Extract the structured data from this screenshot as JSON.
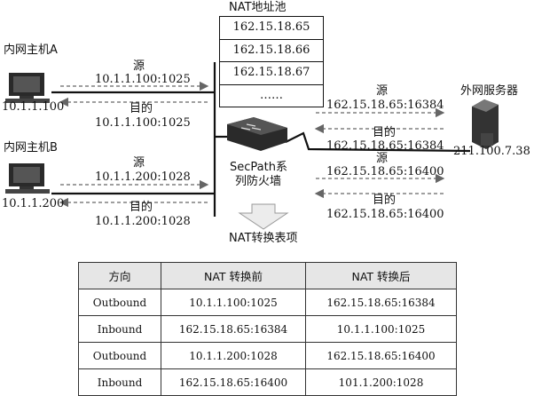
{
  "hosts": {
    "host_a": {
      "name": "内网主机A",
      "ip": "10.1.1.100"
    },
    "host_b": {
      "name": "内网主机B",
      "ip": "10.1.1.200"
    },
    "server": {
      "name": "外网服务器",
      "ip": "211.100.7.38"
    }
  },
  "pool": {
    "title": "NAT地址池",
    "entries": [
      "162.15.18.65",
      "162.15.18.66",
      "162.15.18.67",
      "……"
    ]
  },
  "firewall": {
    "line1": "SecPath系",
    "line2": "列防火墙"
  },
  "table_caption": "NAT转换表项",
  "flows": {
    "a_src_label": "源",
    "a_src_addr": "10.1.1.100:1025",
    "a_dst_label": "目的",
    "a_dst_addr": "10.1.1.100:1025",
    "b_src_label": "源",
    "b_src_addr": "10.1.1.200:1028",
    "b_dst_label": "目的",
    "b_dst_addr": "10.1.1.200:1028",
    "r1_src_label": "源",
    "r1_src_addr": "162.15.18.65:16384",
    "r1_dst_label": "目的",
    "r1_dst_addr": "162.15.18.65:16384",
    "r2_src_label": "源",
    "r2_src_addr": "162.15.18.65:16400",
    "r2_dst_label": "目的",
    "r2_dst_addr": "162.15.18.65:16400"
  },
  "nat_table": {
    "headers": [
      "方向",
      "NAT 转换前",
      "NAT 转换后"
    ],
    "rows": [
      [
        "Outbound",
        "10.1.1.100:1025",
        "162.15.18.65:16384"
      ],
      [
        "Inbound",
        "162.15.18.65:16384",
        "10.1.1.100:1025"
      ],
      [
        "Outbound",
        "10.1.1.200:1028",
        "162.15.18.65:16400"
      ],
      [
        "Inbound",
        "162.15.18.65:16400",
        "101.1.200:1028"
      ]
    ]
  }
}
